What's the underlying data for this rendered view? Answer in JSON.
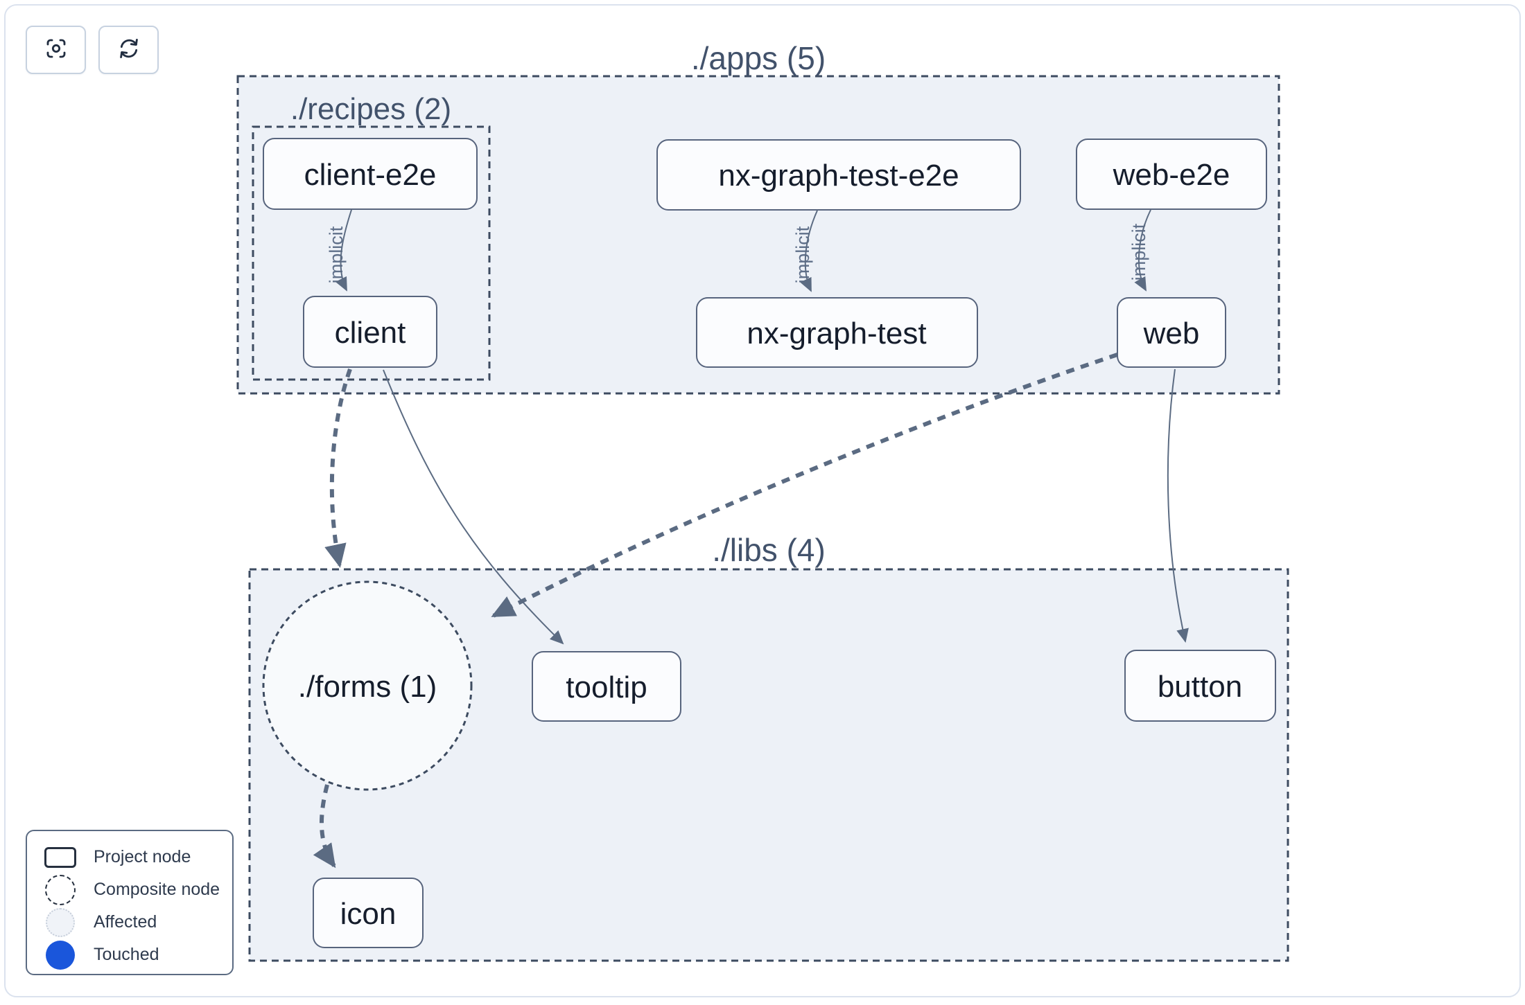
{
  "toolbar": {
    "buttons": [
      {
        "name": "focus",
        "icon": "focus-icon"
      },
      {
        "name": "refresh",
        "icon": "refresh-icon"
      }
    ]
  },
  "graph": {
    "clusters": [
      {
        "id": "apps",
        "label": "./apps (5)"
      },
      {
        "id": "recipes",
        "label": "./recipes (2)"
      },
      {
        "id": "libs",
        "label": "./libs (4)"
      }
    ],
    "nodes": [
      {
        "id": "client-e2e",
        "label": "client-e2e",
        "type": "project"
      },
      {
        "id": "client",
        "label": "client",
        "type": "project"
      },
      {
        "id": "nx-graph-test-e2e",
        "label": "nx-graph-test-e2e",
        "type": "project"
      },
      {
        "id": "nx-graph-test",
        "label": "nx-graph-test",
        "type": "project"
      },
      {
        "id": "web-e2e",
        "label": "web-e2e",
        "type": "project"
      },
      {
        "id": "web",
        "label": "web",
        "type": "project"
      },
      {
        "id": "forms",
        "label": "./forms (1)",
        "type": "composite"
      },
      {
        "id": "tooltip",
        "label": "tooltip",
        "type": "project"
      },
      {
        "id": "button",
        "label": "button",
        "type": "project"
      },
      {
        "id": "icon",
        "label": "icon",
        "type": "project"
      }
    ],
    "edges": [
      {
        "from": "client-e2e",
        "to": "client",
        "type": "implicit",
        "label": "implicit"
      },
      {
        "from": "nx-graph-test-e2e",
        "to": "nx-graph-test",
        "type": "implicit",
        "label": "implicit"
      },
      {
        "from": "web-e2e",
        "to": "web",
        "type": "implicit",
        "label": "implicit"
      },
      {
        "from": "client",
        "to": "forms",
        "type": "composite-dependency"
      },
      {
        "from": "client",
        "to": "tooltip",
        "type": "static"
      },
      {
        "from": "web",
        "to": "forms",
        "type": "composite-dependency"
      },
      {
        "from": "web",
        "to": "button",
        "type": "static"
      },
      {
        "from": "forms",
        "to": "icon",
        "type": "composite-dependency"
      }
    ]
  },
  "legend": {
    "items": [
      {
        "label": "Project node"
      },
      {
        "label": "Composite node"
      },
      {
        "label": "Affected"
      },
      {
        "label": "Touched"
      }
    ]
  },
  "colors": {
    "touched": "#1a56db",
    "affected_fill": "#f0f3f8",
    "cluster_fill": "#edf1f7",
    "composite_fill": "#f8fafc",
    "node_fill": "#fbfcfe",
    "edge": "#5b6b82",
    "cluster_border": "#3d4b60",
    "node_border": "#57647d"
  }
}
